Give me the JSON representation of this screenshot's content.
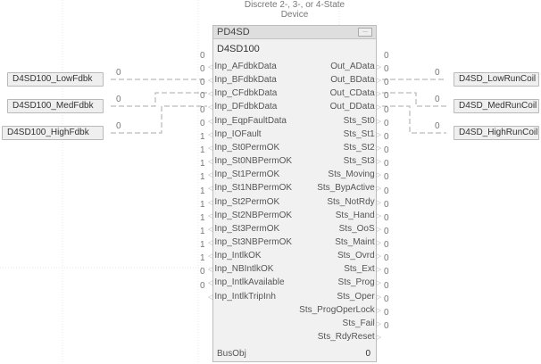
{
  "block": {
    "description": "Discrete 2-, 3-, or 4-State Device",
    "type": "PD4SD",
    "menu_label": "...",
    "tag": "D4SD100",
    "busobj_label": "BusObj",
    "busobj_value": "0",
    "inputs": [
      {
        "name": "Inp_AFdbkData",
        "value": "0"
      },
      {
        "name": "Inp_BFdbkData",
        "value": "0"
      },
      {
        "name": "Inp_CFdbkData",
        "value": "0"
      },
      {
        "name": "Inp_DFdbkData",
        "value": "0"
      },
      {
        "name": "Inp_EqpFaultData",
        "value": "0"
      },
      {
        "name": "Inp_IOFault",
        "value": "0"
      },
      {
        "name": "Inp_St0PermOK",
        "value": "1"
      },
      {
        "name": "Inp_St0NBPermOK",
        "value": "1"
      },
      {
        "name": "Inp_St1PermOK",
        "value": "1"
      },
      {
        "name": "Inp_St1NBPermOK",
        "value": "1"
      },
      {
        "name": "Inp_St2PermOK",
        "value": "1"
      },
      {
        "name": "Inp_St2NBPermOK",
        "value": "1"
      },
      {
        "name": "Inp_St3PermOK",
        "value": "1"
      },
      {
        "name": "Inp_St3NBPermOK",
        "value": "1"
      },
      {
        "name": "Inp_IntlkOK",
        "value": "1"
      },
      {
        "name": "Inp_NBIntlkOK",
        "value": "1"
      },
      {
        "name": "Inp_IntlkAvailable",
        "value": "0"
      },
      {
        "name": "Inp_IntlkTripInh",
        "value": "0"
      }
    ],
    "outputs": [
      {
        "name": "Out_AData",
        "value": "0"
      },
      {
        "name": "Out_BData",
        "value": "0"
      },
      {
        "name": "Out_CData",
        "value": "0"
      },
      {
        "name": "Out_DData",
        "value": "0"
      },
      {
        "name": "Sts_St0",
        "value": "0"
      },
      {
        "name": "Sts_St1",
        "value": "0"
      },
      {
        "name": "Sts_St2",
        "value": "0"
      },
      {
        "name": "Sts_St3",
        "value": "0"
      },
      {
        "name": "Sts_Moving",
        "value": "0"
      },
      {
        "name": "Sts_BypActive",
        "value": "0"
      },
      {
        "name": "Sts_NotRdy",
        "value": "0"
      },
      {
        "name": "Sts_Hand",
        "value": "0"
      },
      {
        "name": "Sts_OoS",
        "value": "0"
      },
      {
        "name": "Sts_Maint",
        "value": "0"
      },
      {
        "name": "Sts_Ovrd",
        "value": "0"
      },
      {
        "name": "Sts_Ext",
        "value": "0"
      },
      {
        "name": "Sts_Prog",
        "value": "0"
      },
      {
        "name": "Sts_Oper",
        "value": "0"
      },
      {
        "name": "Sts_ProgOperLock",
        "value": "0"
      },
      {
        "name": "Sts_Fail",
        "value": "0"
      },
      {
        "name": "Sts_RdyReset",
        "value": "0"
      }
    ]
  },
  "input_tags": [
    {
      "name": "D4SD100_LowFdbk",
      "value": "0"
    },
    {
      "name": "D4SD100_MedFdbk",
      "value": "0"
    },
    {
      "name": "D4SD100_HighFdbk",
      "value": "0"
    }
  ],
  "output_tags": [
    {
      "name": "D4SD_LowRunCoil",
      "value": "0"
    },
    {
      "name": "D4SD_MedRunCoil",
      "value": "0"
    },
    {
      "name": "D4SD_HighRunCoil",
      "value": "0"
    }
  ]
}
